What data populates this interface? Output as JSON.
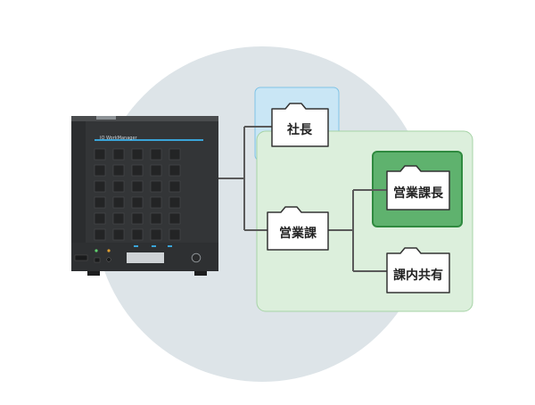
{
  "device": {
    "brand_text": "IO WorkManager",
    "icon": "nas-server-icon"
  },
  "folders": {
    "president": {
      "label": "社長",
      "icon": "folder-icon"
    },
    "sales_section": {
      "label": "営業課",
      "icon": "folder-icon"
    },
    "sales_manager": {
      "label": "営業課長",
      "icon": "folder-icon"
    },
    "section_shared": {
      "label": "課内共有",
      "icon": "folder-icon"
    }
  },
  "colors": {
    "background_circle": "#dde4e8",
    "president_zone": "#c9e6f5",
    "president_zone_border": "#7fc3e6",
    "sales_zone": "#dcefdc",
    "sales_zone_border": "#a6d3a6",
    "manager_zone": "#5fb26e",
    "manager_zone_border": "#2f8a3f",
    "device_body": "#333537",
    "connector": "#5a5a5a"
  }
}
